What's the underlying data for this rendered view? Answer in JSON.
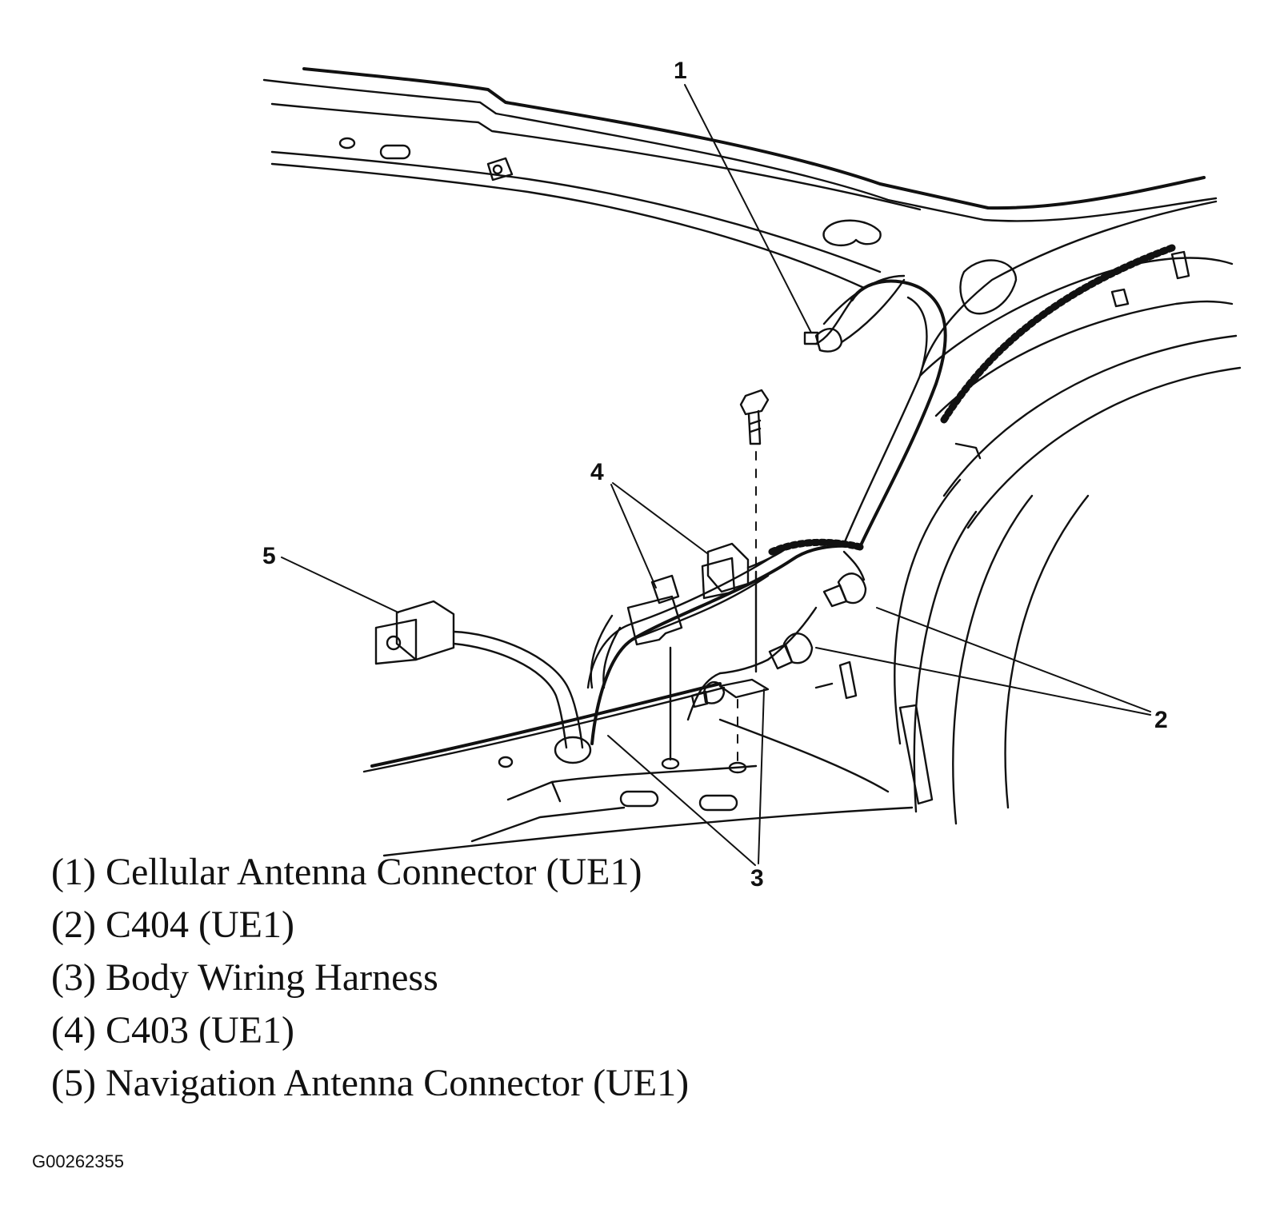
{
  "callouts": [
    "1",
    "2",
    "3",
    "4",
    "5"
  ],
  "legend": [
    "(1) Cellular Antenna Connector (UE1)",
    "(2) C404 (UE1)",
    "(3) Body Wiring Harness",
    "(4) C403 (UE1)",
    "(5) Navigation Antenna Connector (UE1)"
  ],
  "figure_id": "G00262355"
}
